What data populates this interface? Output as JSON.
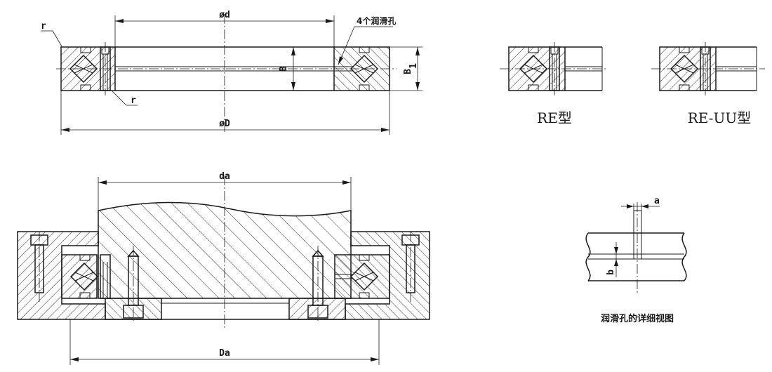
{
  "labels": {
    "d": "ød",
    "D": "øD",
    "B": "B",
    "B1": "B",
    "B1_sub": "1",
    "r_top": "r",
    "r_bottom": "r",
    "lube_holes": "4个润滑孔",
    "re_type": "RE型",
    "re_uu_type": "RE-UU型",
    "da": "da",
    "Da": "Da",
    "a": "a",
    "b": "b",
    "detail_title": "润滑孔的详细视图"
  }
}
